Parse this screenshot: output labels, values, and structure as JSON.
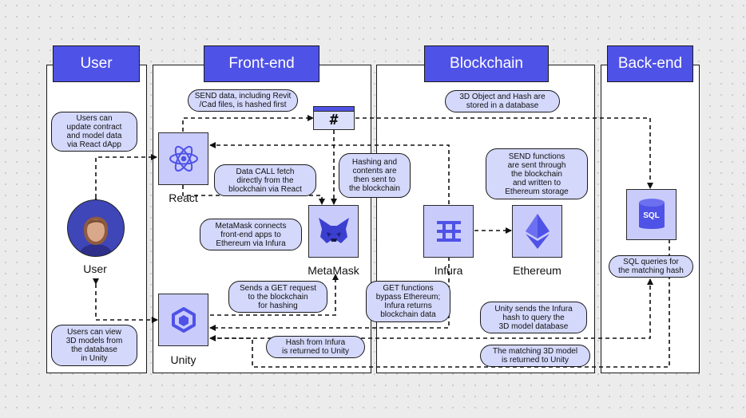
{
  "lanes": {
    "user": "User",
    "frontend": "Front-end",
    "blockchain": "Blockchain",
    "backend": "Back-end"
  },
  "nodes": {
    "react": "React",
    "user": "User",
    "unity": "Unity",
    "metamask": "MetaMask",
    "infura": "Infura",
    "ethereum": "Ethereum",
    "hash_symbol": "#",
    "sql_symbol": "SQL"
  },
  "notes": {
    "send_data": "SEND data, including Revit\n/Cad files, is hashed first",
    "users_update": "Users can\nupdate contract\nand model data\nvia React dApp",
    "data_call": "Data CALL fetch\ndirectly from the\nblockchain via React",
    "metamask_connects": "MetaMask connects\nfront-end apps to\nEthereum via Infura",
    "hashing_contents": "Hashing and\ncontents are\nthen sent to\nthe blockchain",
    "stored_db": "3D Object and Hash are\nstored in a database",
    "send_functions": "SEND functions\nare sent through\nthe blockchain\nand written to\nEthereum storage",
    "sends_get": "Sends a GET request\nto the blockchain\nfor hashing",
    "get_functions": "GET functions\nbypass Ethereum;\nInfura returns\nblockchain data",
    "users_view": "Users can view\n3D models from\nthe database\nin Unity",
    "hash_returned": "Hash from Infura\nis returned to Unity",
    "unity_sends": "Unity sends the Infura\nhash to query the\n3D model database",
    "matching_model": "The matching 3D model\nis returned to Unity",
    "sql_queries": "SQL queries for\nthe matching hash"
  },
  "colors": {
    "accent": "#4f52e6",
    "note_fill": "#d4d8fb",
    "tile_fill": "#c9ccfb",
    "background": "#ececed"
  }
}
